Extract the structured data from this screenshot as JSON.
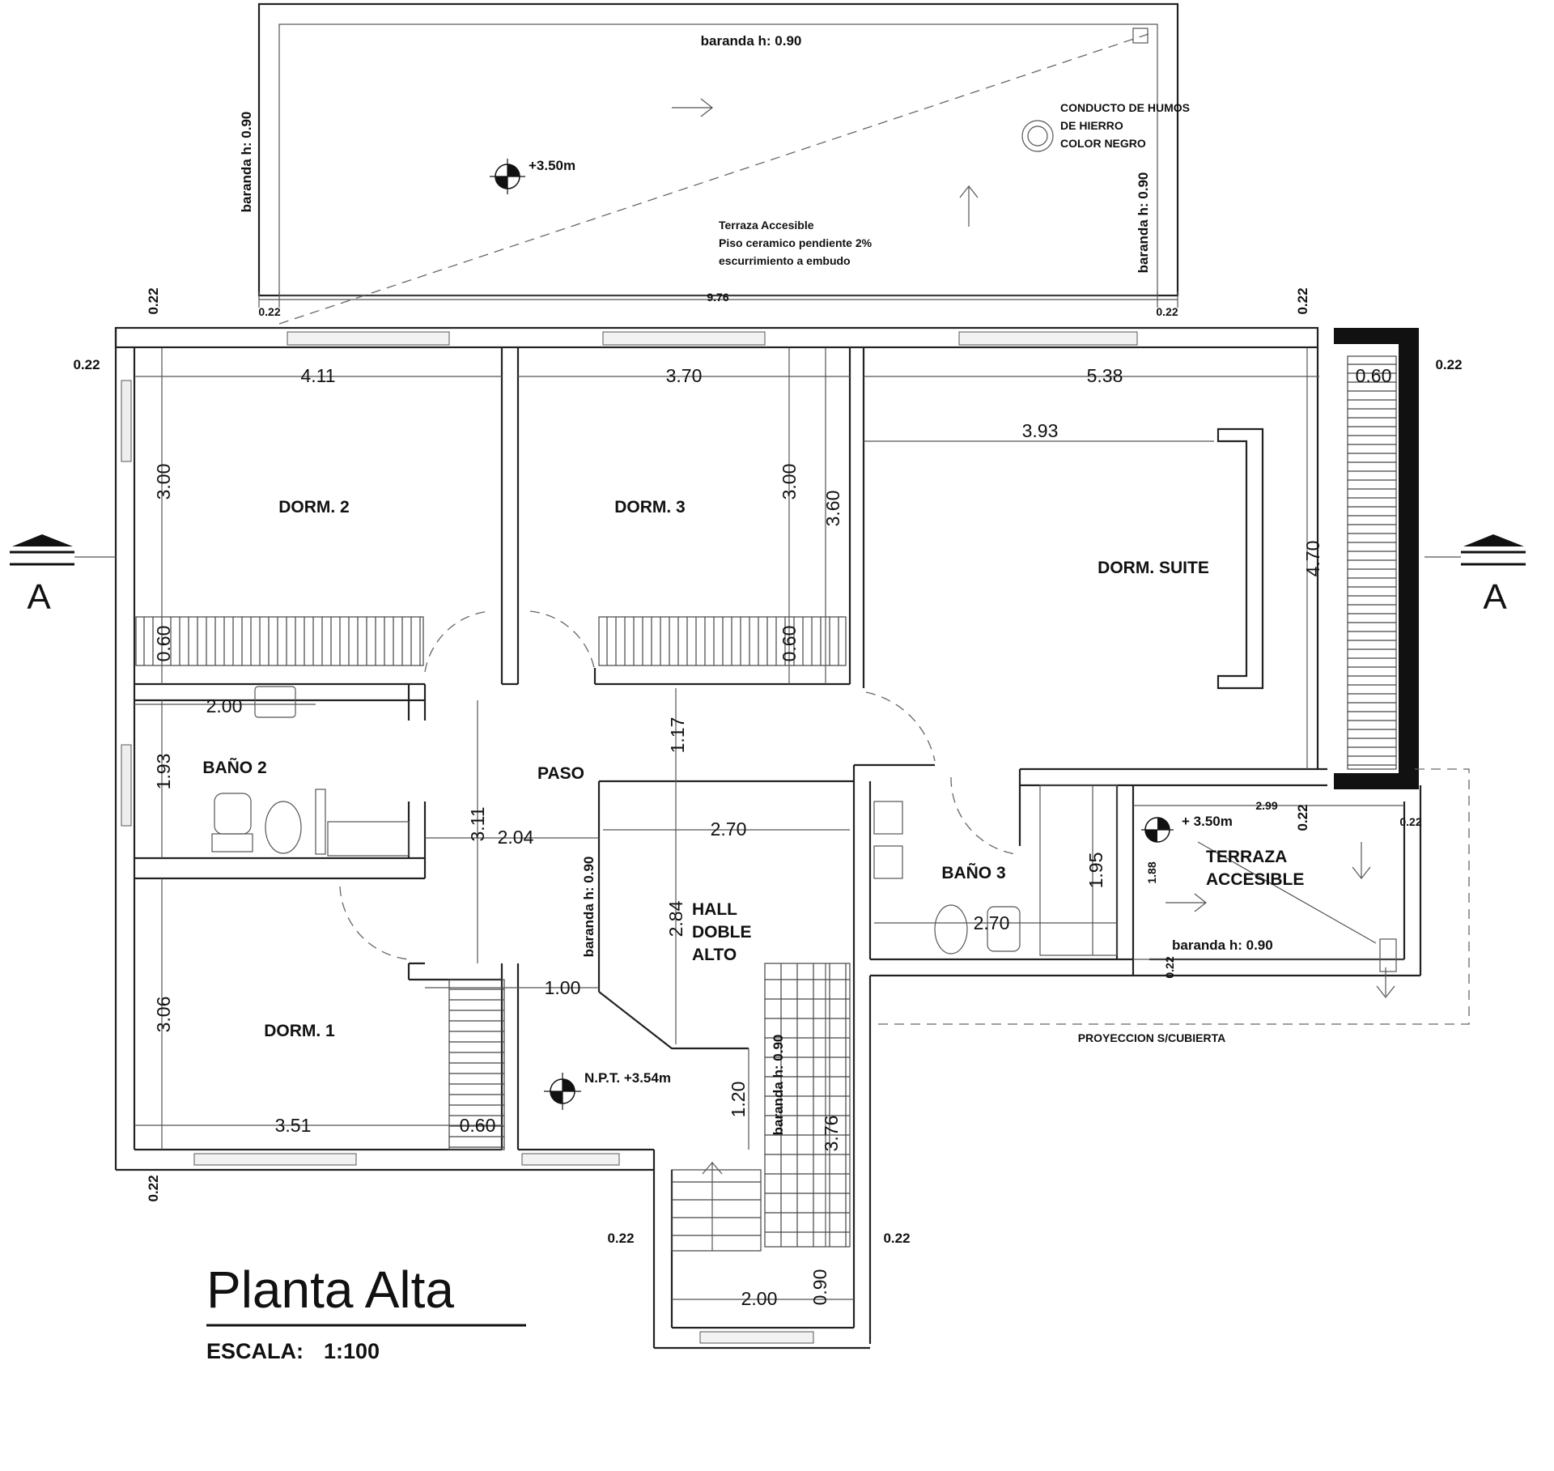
{
  "title": "Planta Alta",
  "scale_label": "ESCALA:",
  "scale_value": "1:100",
  "section_mark": "A",
  "rooms": {
    "dorm2": "DORM. 2",
    "dorm3": "DORM. 3",
    "suite": "DORM. SUITE",
    "bano2": "BAÑO 2",
    "paso": "PASO",
    "bano3": "BAÑO 3",
    "dorm1": "DORM. 1",
    "hall_1": "HALL",
    "hall_2": "DOBLE",
    "hall_3": "ALTO",
    "terraza_1": "TERRAZA",
    "terraza_2": "ACCESIBLE"
  },
  "notes": {
    "baranda": "baranda h: 0.90",
    "elev_top": "+3.50m",
    "conducto_1": "CONDUCTO DE HUMOS",
    "conducto_2": "DE HIERRO",
    "conducto_3": "COLOR NEGRO",
    "terraza_1": "Terraza Accesible",
    "terraza_2": "Piso ceramico pendiente 2%",
    "terraza_3": "escurrimiento a embudo",
    "elev_terr": "+ 3.50m",
    "npt": "N.P.T.  +3.54m",
    "proyeccion": "PROYECCION S/CUBIERTA"
  },
  "dims": {
    "d022": "0.22",
    "d976": "9.76",
    "d411": "4.11",
    "d370": "3.70",
    "d538": "5.38",
    "d060": "0.60",
    "d393": "3.93",
    "d300": "3.00",
    "d360": "3.60",
    "d470": "4.70",
    "d200": "2.00",
    "d193": "1.93",
    "d311": "3.11",
    "d204": "2.04",
    "d117": "1.17",
    "d270": "2.70",
    "d284": "2.84",
    "d195": "1.95",
    "d299": "2.99",
    "d188": "1.88",
    "d306": "3.06",
    "d100": "1.00",
    "d351": "3.51",
    "d120": "1.20",
    "d376": "3.76",
    "d090": "0.90"
  }
}
